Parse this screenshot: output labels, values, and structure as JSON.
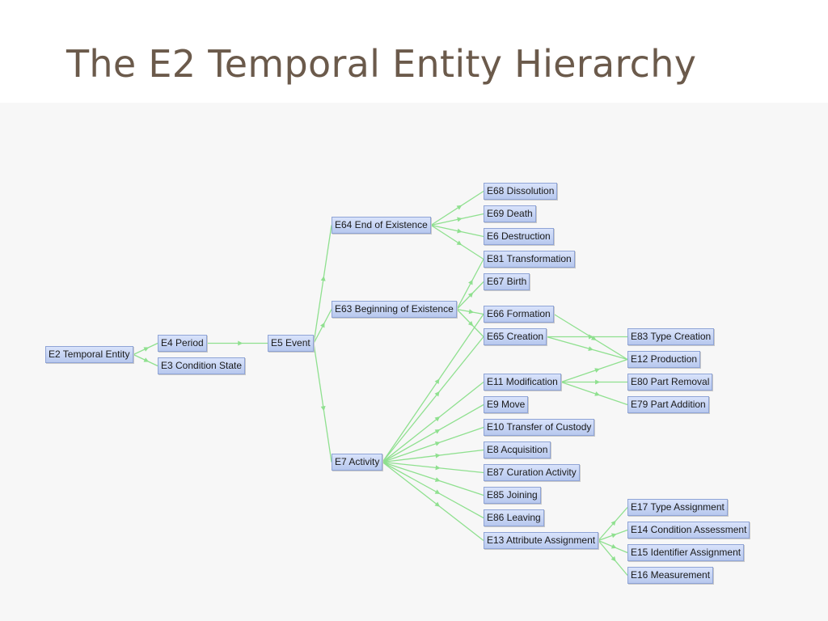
{
  "slide": {
    "title": "The E2 Temporal Entity Hierarchy"
  },
  "diagram": {
    "edge_color": "#8fe08f",
    "node_fill": "#c8d6f6",
    "node_border": "#8fa4d6",
    "nodes": [
      {
        "id": "e2",
        "label": "E2 Temporal Entity"
      },
      {
        "id": "e4",
        "label": "E4 Period"
      },
      {
        "id": "e3",
        "label": "E3 Condition State"
      },
      {
        "id": "e5",
        "label": "E5 Event"
      },
      {
        "id": "e64",
        "label": "E64 End of Existence"
      },
      {
        "id": "e63",
        "label": "E63 Beginning of Existence"
      },
      {
        "id": "e7",
        "label": "E7 Activity"
      },
      {
        "id": "e68",
        "label": "E68 Dissolution"
      },
      {
        "id": "e69",
        "label": "E69 Death"
      },
      {
        "id": "e6",
        "label": "E6 Destruction"
      },
      {
        "id": "e81",
        "label": "E81 Transformation"
      },
      {
        "id": "e67",
        "label": "E67 Birth"
      },
      {
        "id": "e66",
        "label": "E66 Formation"
      },
      {
        "id": "e65",
        "label": "E65 Creation"
      },
      {
        "id": "e11",
        "label": "E11 Modification"
      },
      {
        "id": "e9",
        "label": "E9 Move"
      },
      {
        "id": "e10",
        "label": "E10 Transfer of Custody"
      },
      {
        "id": "e8",
        "label": "E8 Acquisition"
      },
      {
        "id": "e87",
        "label": "E87 Curation Activity"
      },
      {
        "id": "e85",
        "label": "E85 Joining"
      },
      {
        "id": "e86",
        "label": "E86 Leaving"
      },
      {
        "id": "e13",
        "label": "E13 Attribute Assignment"
      },
      {
        "id": "e83",
        "label": "E83 Type Creation"
      },
      {
        "id": "e12",
        "label": "E12 Production"
      },
      {
        "id": "e80",
        "label": "E80 Part Removal"
      },
      {
        "id": "e79",
        "label": "E79 Part Addition"
      },
      {
        "id": "e17",
        "label": "E17 Type Assignment"
      },
      {
        "id": "e14",
        "label": "E14 Condition Assessment"
      },
      {
        "id": "e15",
        "label": "E15 Identifier Assignment"
      },
      {
        "id": "e16",
        "label": "E16 Measurement"
      }
    ],
    "edges": [
      [
        "e2",
        "e4"
      ],
      [
        "e2",
        "e3"
      ],
      [
        "e4",
        "e5"
      ],
      [
        "e5",
        "e64"
      ],
      [
        "e5",
        "e63"
      ],
      [
        "e5",
        "e7"
      ],
      [
        "e64",
        "e68"
      ],
      [
        "e64",
        "e69"
      ],
      [
        "e64",
        "e6"
      ],
      [
        "e64",
        "e81"
      ],
      [
        "e63",
        "e81"
      ],
      [
        "e63",
        "e67"
      ],
      [
        "e63",
        "e66"
      ],
      [
        "e63",
        "e65"
      ],
      [
        "e7",
        "e66"
      ],
      [
        "e7",
        "e65"
      ],
      [
        "e7",
        "e11"
      ],
      [
        "e7",
        "e9"
      ],
      [
        "e7",
        "e10"
      ],
      [
        "e7",
        "e8"
      ],
      [
        "e7",
        "e87"
      ],
      [
        "e7",
        "e85"
      ],
      [
        "e7",
        "e86"
      ],
      [
        "e7",
        "e13"
      ],
      [
        "e65",
        "e83"
      ],
      [
        "e65",
        "e12"
      ],
      [
        "e66",
        "e12"
      ],
      [
        "e11",
        "e12"
      ],
      [
        "e11",
        "e80"
      ],
      [
        "e11",
        "e79"
      ],
      [
        "e13",
        "e17"
      ],
      [
        "e13",
        "e14"
      ],
      [
        "e13",
        "e15"
      ],
      [
        "e13",
        "e16"
      ]
    ]
  }
}
